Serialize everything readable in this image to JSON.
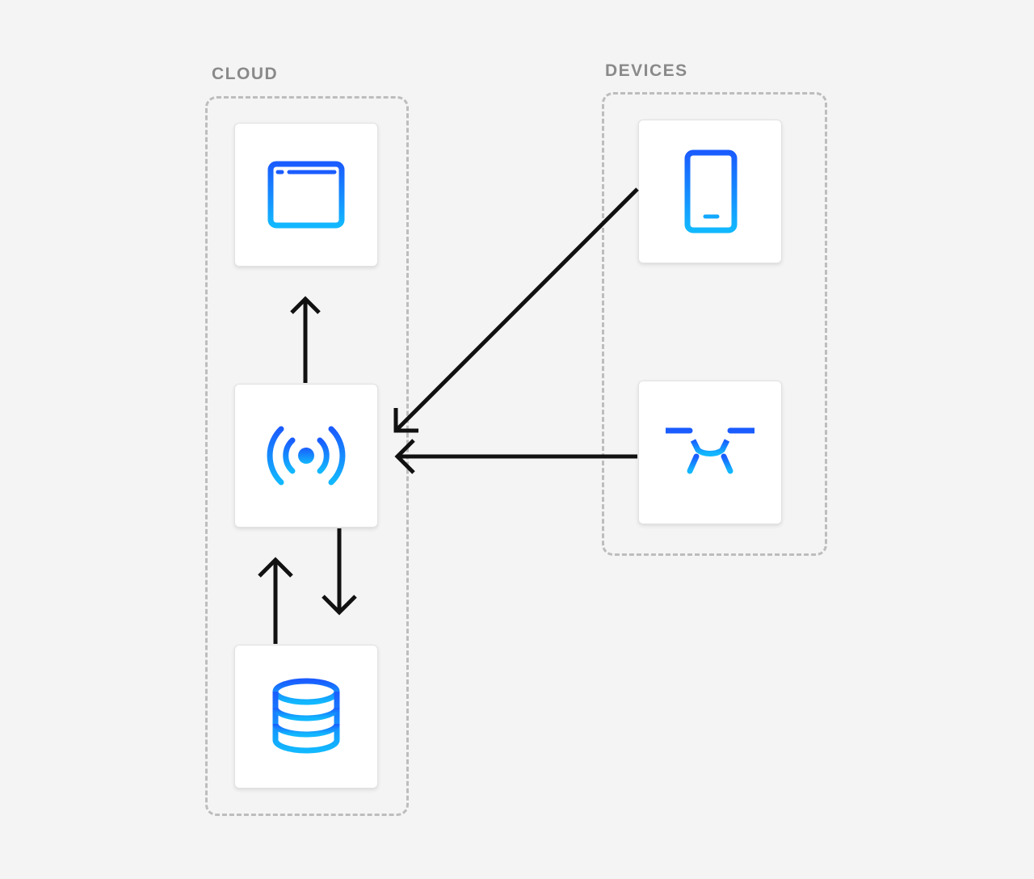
{
  "groups": {
    "cloud": {
      "label": "CLOUD"
    },
    "devices": {
      "label": "DEVICES"
    }
  },
  "nodes": {
    "web_app": {
      "icon": "browser-window-icon"
    },
    "iot_gateway": {
      "icon": "broadcast-signal-icon"
    },
    "database": {
      "icon": "database-icon"
    },
    "phone": {
      "icon": "smartphone-icon"
    },
    "drone": {
      "icon": "drone-icon"
    }
  },
  "edges": [
    {
      "from": "iot_gateway",
      "to": "web_app"
    },
    {
      "from": "iot_gateway",
      "to": "database"
    },
    {
      "from": "database",
      "to": "iot_gateway"
    },
    {
      "from": "phone",
      "to": "iot_gateway"
    },
    {
      "from": "drone",
      "to": "iot_gateway"
    }
  ],
  "colors": {
    "background": "#f4f4f4",
    "group_border": "#bdbdbd",
    "label": "#8a8a8a",
    "icon_gradient_top": "#1a5cff",
    "icon_gradient_bottom": "#12b8ff",
    "arrow": "#111111"
  }
}
